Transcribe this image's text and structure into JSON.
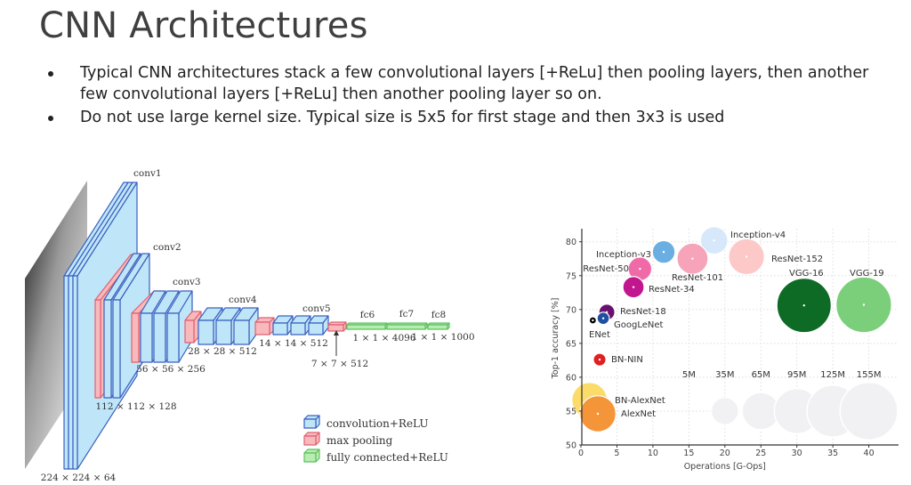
{
  "slide": {
    "title": "CNN Architectures",
    "bullets": [
      "Typical CNN architectures stack a few convolutional layers [+ReLu] then pooling layers, then another few convolutional layers [+ReLu] then another pooling layer so on.",
      "Do not use large kernel size. Typical size is 5x5 for first stage and then 3x3 is used"
    ]
  },
  "vgg_diagram": {
    "stage_labels": [
      "conv1",
      "conv2",
      "conv3",
      "conv4",
      "conv5",
      "fc6",
      "fc7",
      "fc8"
    ],
    "dim_labels": [
      "224 × 224 × 64",
      "112 × 112 × 128",
      "56 × 56 × 256",
      "28 × 28 × 512",
      "14 × 14 × 512",
      "7 × 7 × 512",
      "1 × 1 × 4096",
      "1 × 1 × 1000"
    ],
    "legend": [
      {
        "label": "convolution+ReLU",
        "color": "#bfe6f8",
        "stroke": "#3b5fc0"
      },
      {
        "label": "max pooling",
        "color": "#f8b9bd",
        "stroke": "#e06070"
      },
      {
        "label": "fully connected+ReLU",
        "color": "#b8ecb0",
        "stroke": "#5cc060"
      }
    ]
  },
  "chart_data": {
    "type": "scatter",
    "xlabel": "Operations [G-Ops]",
    "ylabel": "Top-1 accuracy [%]",
    "xlim": [
      0,
      44
    ],
    "ylim": [
      50,
      82
    ],
    "xticks": [
      0,
      5,
      10,
      15,
      20,
      25,
      30,
      35,
      40
    ],
    "yticks": [
      50,
      55,
      60,
      65,
      70,
      75,
      80
    ],
    "grid": true,
    "points": [
      {
        "name": "Inception-v4",
        "x": 18.5,
        "y": 80.2,
        "params_m": 35,
        "color": "#d6e8fa"
      },
      {
        "name": "Inception-v3",
        "x": 11.5,
        "y": 78.5,
        "params_m": 24,
        "color": "#6aaee2"
      },
      {
        "name": "ResNet-152",
        "x": 23.0,
        "y": 77.8,
        "params_m": 60,
        "color": "#fcc8c8"
      },
      {
        "name": "ResNet-101",
        "x": 15.5,
        "y": 77.5,
        "params_m": 45,
        "color": "#f7a3ba"
      },
      {
        "name": "ResNet-50",
        "x": 8.2,
        "y": 76.0,
        "params_m": 26,
        "color": "#f06aa8"
      },
      {
        "name": "ResNet-34",
        "x": 7.3,
        "y": 73.3,
        "params_m": 21,
        "color": "#c2168f"
      },
      {
        "name": "ResNet-18",
        "x": 3.6,
        "y": 69.6,
        "params_m": 12,
        "color": "#6a106e"
      },
      {
        "name": "GoogLeNet",
        "x": 3.1,
        "y": 68.7,
        "params_m": 7,
        "color": "#1f4fa0"
      },
      {
        "name": "ENet",
        "x": 1.65,
        "y": 68.4,
        "params_m": 0.4,
        "color": "#000000"
      },
      {
        "name": "BN-NIN",
        "x": 2.6,
        "y": 62.6,
        "params_m": 7.5,
        "color": "#e02020"
      },
      {
        "name": "VGG-16",
        "x": 31.0,
        "y": 70.6,
        "params_m": 138,
        "color": "#0e6b26"
      },
      {
        "name": "VGG-19",
        "x": 39.3,
        "y": 70.7,
        "params_m": 144,
        "color": "#7ccf7a"
      },
      {
        "name": "BN-AlexNet",
        "x": 1.2,
        "y": 56.6,
        "params_m": 59,
        "color": "#fbdc6a"
      },
      {
        "name": "AlexNet",
        "x": 2.35,
        "y": 54.6,
        "params_m": 61,
        "color": "#f5953a"
      }
    ],
    "size_legend": {
      "y": 55,
      "label_y": 60,
      "items": [
        {
          "label": "5M",
          "x": 15,
          "params_m": 5
        },
        {
          "label": "35M",
          "x": 20,
          "params_m": 35
        },
        {
          "label": "65M",
          "x": 25,
          "params_m": 65
        },
        {
          "label": "95M",
          "x": 30,
          "params_m": 95
        },
        {
          "label": "125M",
          "x": 35,
          "params_m": 125
        },
        {
          "label": "155M",
          "x": 40,
          "params_m": 155
        }
      ]
    }
  }
}
